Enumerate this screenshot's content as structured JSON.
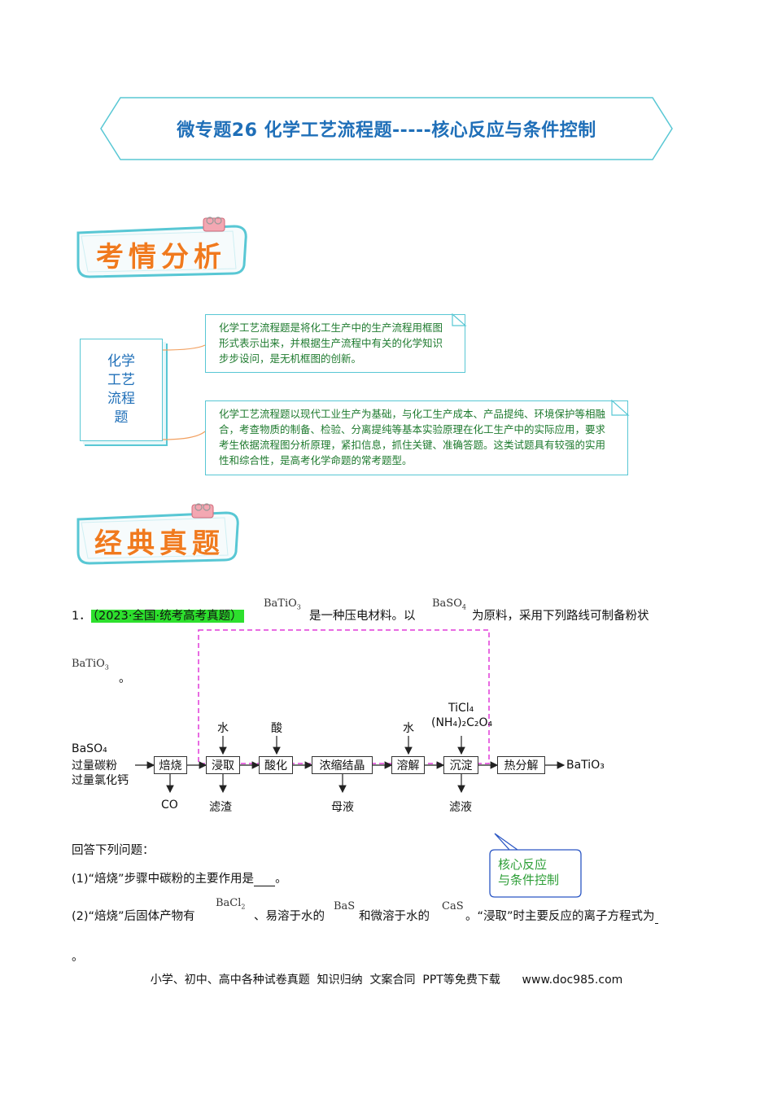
{
  "title": "微专题26  化学工艺流程题-----核心反应与条件控制",
  "sections": {
    "analysis": "考情分析",
    "classic": "经典真题"
  },
  "topic": [
    "化学",
    "工艺",
    "流程",
    "题"
  ],
  "notes": {
    "note1": "化学工艺流程题是将化工生产中的生产流程用框图形式表示出来，并根据生产流程中有关的化学知识步步设问，是无机框图的创新。",
    "note2": "化学工艺流程题以现代工业生产为基础，与化工生产成本、产品提纯、环境保护等相融合，考查物质的制备、检验、分离提纯等基本实验原理在化工生产中的实际应用，要求考生依据流程图分析原理，紧扣信息，抓住关键、准确答题。这类试题具有较强的实用性和综合性，是高考化学命题的常考题型。"
  },
  "question": {
    "number": "1．",
    "source": "（2023·全国·统考高考真题）",
    "formula_batio3": "BaTiO",
    "formula_baso4": "BaSO",
    "text_a": "是一种压电材料。以",
    "text_b": "为原料，采用下列路线可制备粉状",
    "period": "。"
  },
  "flow": {
    "inputs": [
      "BaSO₄",
      "过量碳粉",
      "过量氯化钙"
    ],
    "steps": [
      "焙烧",
      "浸取",
      "酸化",
      "浓缩结晶",
      "溶解",
      "沉淀",
      "热分解"
    ],
    "product": "BaTiO₃",
    "add_water1": "水",
    "add_acid": "酸",
    "add_water2": "水",
    "add_ticl4": "TiCl₄",
    "add_oxalate": "(NH₄)₂C₂O₄",
    "out_co": "CO",
    "out_residue": "滤渣",
    "out_mother": "母液",
    "out_filtrate": "滤液"
  },
  "callout": [
    "核心反应",
    "与条件控制"
  ],
  "answers": {
    "prompt": "回答下列问题：",
    "q1": "(1)“焙烧”步骤中碳粉的主要作用是",
    "q1_end": "。",
    "q2_a": "(2)“焙烧”后固体产物有",
    "q2_bacl2": "BaCl",
    "q2_b": "、易溶于水的",
    "q2_bas": "BaS",
    "q2_c": "和微溶于水的",
    "q2_cas": "CaS",
    "q2_d": "。“浸取”时主要反应的离子方程式为",
    "q2_end": "。"
  },
  "footer": "小学、初中、高中各种试卷真题  知识归纳  文案合同  PPT等免费下载      www.doc985.com"
}
